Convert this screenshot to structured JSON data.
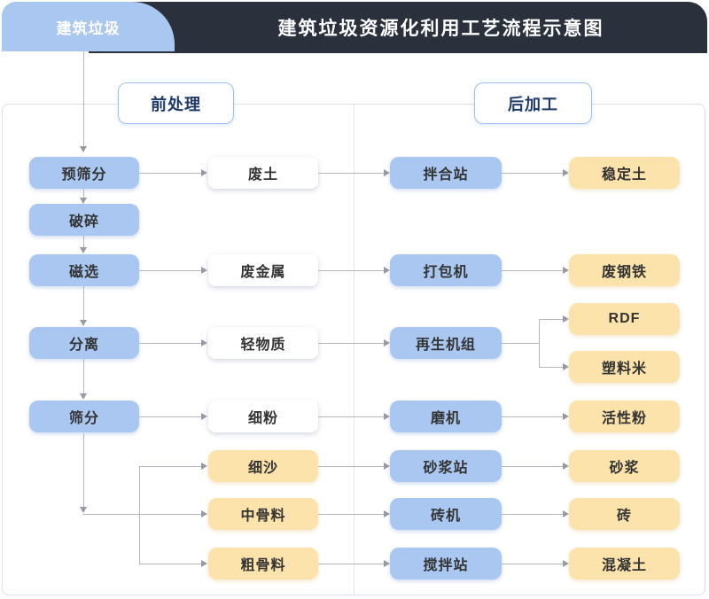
{
  "header": {
    "source_tab": "建筑垃圾",
    "title": "建筑垃圾资源化利用工艺流程示意图"
  },
  "sections": {
    "pre": "前处理",
    "post": "后加工"
  },
  "flow": {
    "pre_steps": [
      "预筛分",
      "破碎",
      "磁选",
      "分离",
      "筛分"
    ],
    "intermediates": [
      "废土",
      "废金属",
      "轻物质",
      "细粉",
      "细沙",
      "中骨料",
      "粗骨料"
    ],
    "equipment": [
      "拌合站",
      "打包机",
      "再生机组",
      "磨机",
      "砂浆站",
      "砖机",
      "搅拌站"
    ],
    "products": [
      "稳定土",
      "废钢铁",
      "RDF",
      "塑料米",
      "活性粉",
      "砂浆",
      "砖",
      "混凝土"
    ]
  },
  "edges": [
    {
      "from": "建筑垃圾",
      "to": "预筛分"
    },
    {
      "from": "预筛分",
      "to": "破碎"
    },
    {
      "from": "破碎",
      "to": "磁选"
    },
    {
      "from": "磁选",
      "to": "分离"
    },
    {
      "from": "分离",
      "to": "筛分"
    },
    {
      "from": "预筛分",
      "to": "废土"
    },
    {
      "from": "磁选",
      "to": "废金属"
    },
    {
      "from": "分离",
      "to": "轻物质"
    },
    {
      "from": "筛分",
      "to": "细粉"
    },
    {
      "from": "筛分",
      "to": "细沙"
    },
    {
      "from": "筛分",
      "to": "中骨料"
    },
    {
      "from": "筛分",
      "to": "粗骨料"
    },
    {
      "from": "废土",
      "to": "拌合站"
    },
    {
      "from": "废金属",
      "to": "打包机"
    },
    {
      "from": "轻物质",
      "to": "再生机组"
    },
    {
      "from": "细粉",
      "to": "磨机"
    },
    {
      "from": "细沙",
      "to": "砂浆站"
    },
    {
      "from": "中骨料",
      "to": "砖机"
    },
    {
      "from": "粗骨料",
      "to": "搅拌站"
    },
    {
      "from": "拌合站",
      "to": "稳定土"
    },
    {
      "from": "打包机",
      "to": "废钢铁"
    },
    {
      "from": "再生机组",
      "to": "RDF"
    },
    {
      "from": "再生机组",
      "to": "塑料米"
    },
    {
      "from": "磨机",
      "to": "活性粉"
    },
    {
      "from": "砂浆站",
      "to": "砂浆"
    },
    {
      "from": "砖机",
      "to": "砖"
    },
    {
      "from": "搅拌站",
      "to": "混凝土"
    }
  ],
  "colors": {
    "accent_blue": "#a9c7f1",
    "accent_yellow": "#fbe3ab",
    "header_dark": "#2b313c",
    "section_text": "#1e3a6c",
    "connector": "#b4b7bd"
  }
}
